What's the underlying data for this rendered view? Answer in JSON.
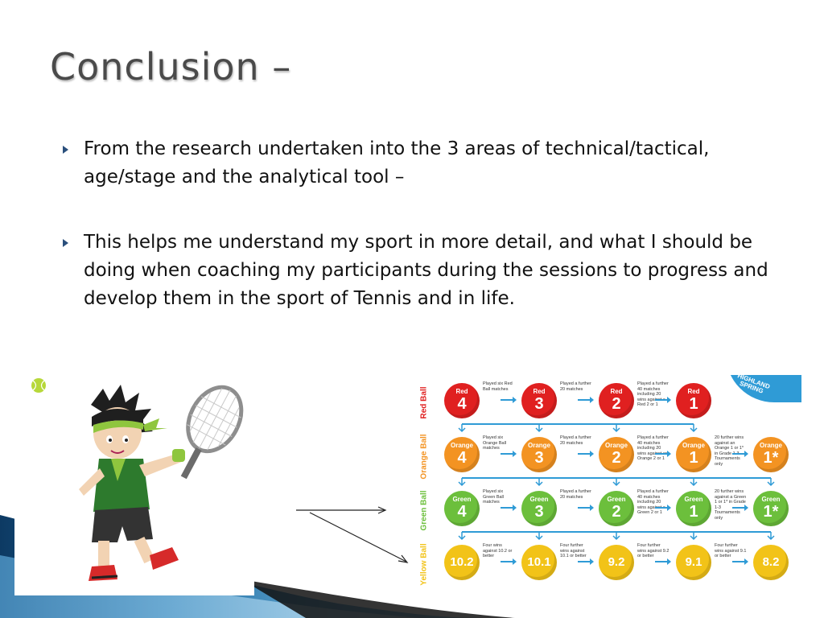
{
  "slide": {
    "title": "Conclusion –",
    "bullets": [
      "From the research undertaken into the 3 areas of technical/tactical, age/stage and the analytical tool –",
      "This helps me understand my sport in more detail, and what I should be doing when coaching my participants during the sessions to progress and develop them in the sport of Tennis and in life."
    ]
  },
  "pathway": {
    "sponsor": [
      "HIGHLAND",
      "SPRING"
    ],
    "rows": [
      {
        "label": "Red Ball",
        "color": "#e02020",
        "balls": [
          {
            "name": "Red",
            "grade": "4"
          },
          {
            "name": "Red",
            "grade": "3"
          },
          {
            "name": "Red",
            "grade": "2"
          },
          {
            "name": "Red",
            "grade": "1"
          }
        ],
        "notes": [
          "Played six Red Ball matches",
          "Played a further 20 matches",
          "Played a further 40 matches including 20 wins against a Red 2 or 1"
        ]
      },
      {
        "label": "Orange Ball",
        "color": "#f39322",
        "balls": [
          {
            "name": "Orange",
            "grade": "4"
          },
          {
            "name": "Orange",
            "grade": "3"
          },
          {
            "name": "Orange",
            "grade": "2"
          },
          {
            "name": "Orange",
            "grade": "1"
          },
          {
            "name": "Orange",
            "grade": "1*"
          }
        ],
        "notes": [
          "Played six Orange Ball matches",
          "Played a further 20 matches",
          "Played a further 40 matches including 20 wins against an Orange 2 or 1",
          "20 further wins against an Orange 1 or 1* in Grade 1-3 Tournaments only"
        ]
      },
      {
        "label": "Green Ball",
        "color": "#6cbf3c",
        "balls": [
          {
            "name": "Green",
            "grade": "4"
          },
          {
            "name": "Green",
            "grade": "3"
          },
          {
            "name": "Green",
            "grade": "2"
          },
          {
            "name": "Green",
            "grade": "1"
          },
          {
            "name": "Green",
            "grade": "1*"
          }
        ],
        "notes": [
          "Played six Green Ball matches",
          "Played a further 20 matches",
          "Played a further 40 matches including 20 wins against a Green 2 or 1",
          "20 further wins against a Green 1 or 1* in Grade 1-3 Tournaments only"
        ]
      },
      {
        "label": "Yellow Ball",
        "color": "#f2c318",
        "balls": [
          {
            "name": "",
            "grade": "10.2"
          },
          {
            "name": "",
            "grade": "10.1"
          },
          {
            "name": "",
            "grade": "9.2"
          },
          {
            "name": "",
            "grade": "9.1"
          },
          {
            "name": "",
            "grade": "8.2"
          }
        ],
        "notes": [
          "Four wins against 10.2 or better",
          "Four further wins against 10.1 or better",
          "Four further wins against 9.2 or better",
          "Four further wins against 9.1 or better"
        ]
      }
    ]
  },
  "colors": {
    "title": "#4a4a4a",
    "bullet_marker": "#2a4f7c",
    "arrow": "#2f9bd6"
  }
}
